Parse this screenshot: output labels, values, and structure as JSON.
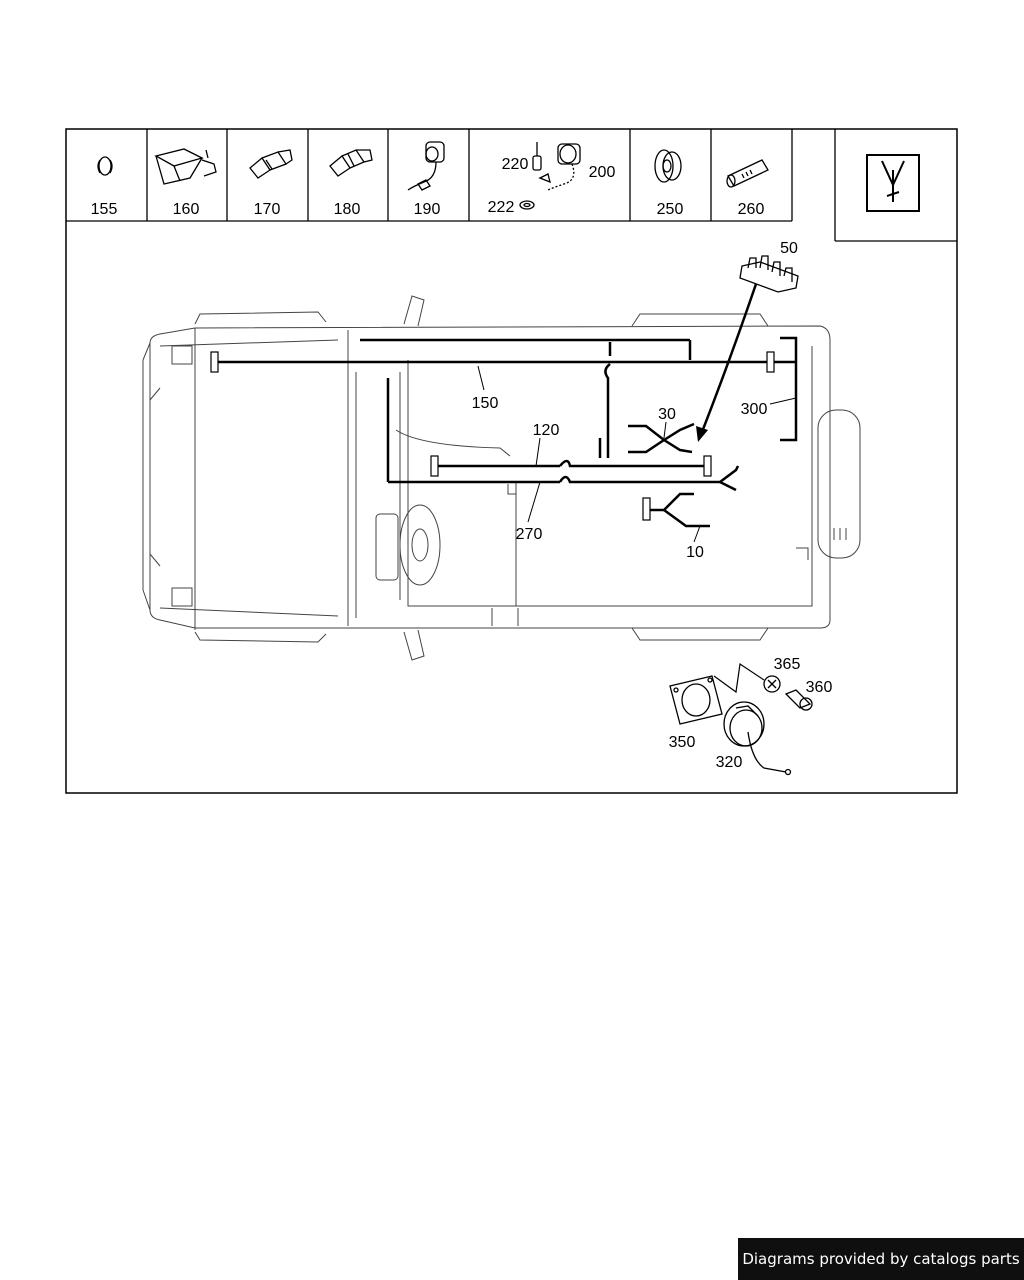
{
  "parts_strip": [
    {
      "label": "155",
      "icon": "ring-clip-icon"
    },
    {
      "label": "160",
      "icon": "connector-housing-icon"
    },
    {
      "label": "170",
      "icon": "plug-icon"
    },
    {
      "label": "180",
      "icon": "socket-icon"
    },
    {
      "label": "190",
      "icon": "cap-with-strap-icon"
    },
    {
      "label": "200",
      "icon": "cap-with-chain-icon"
    },
    {
      "label": "220",
      "icon": "pin-icon"
    },
    {
      "label": "222",
      "icon": "washer-icon"
    },
    {
      "label": "250",
      "icon": "grommet-icon"
    },
    {
      "label": "260",
      "icon": "sleeve-icon"
    }
  ],
  "symbol_box": {
    "icon": "antenna-symbol-icon"
  },
  "callouts": {
    "c50": "50",
    "c150": "150",
    "c120": "120",
    "c30": "30",
    "c300": "300",
    "c270": "270",
    "c10": "10",
    "c365": "365",
    "c360": "360",
    "c350": "350",
    "c320": "320"
  },
  "footer": {
    "text": "Diagrams provided by catalogs parts"
  }
}
